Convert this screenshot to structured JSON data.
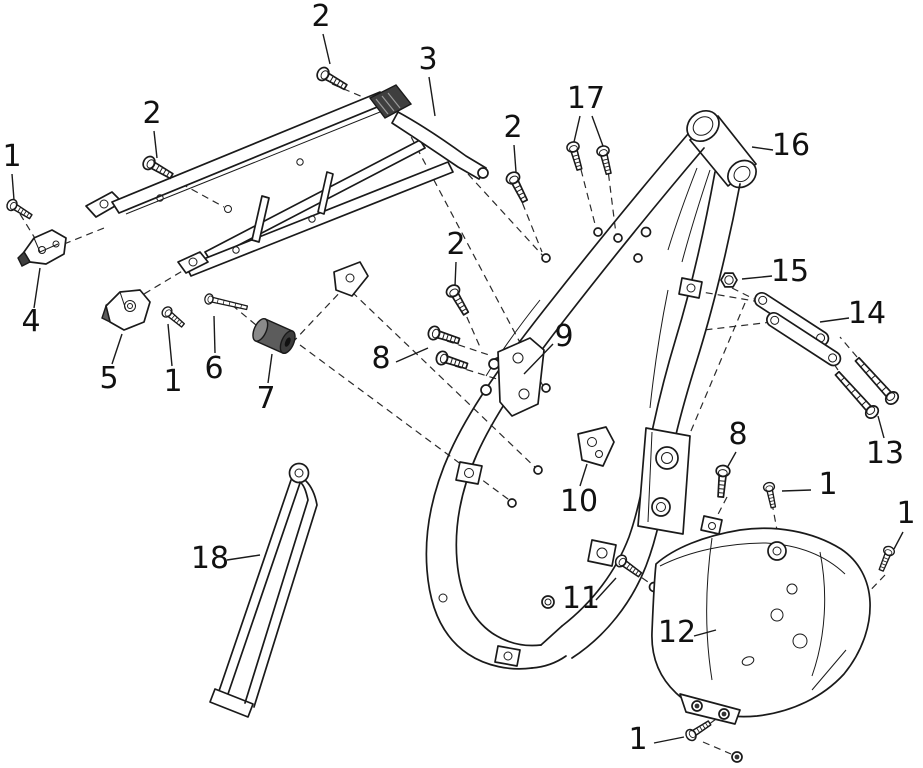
{
  "colors": {
    "line": "#1a1a1a",
    "background": "#ffffff",
    "shade": "#5c5c5c"
  },
  "diagram": {
    "type": "exploded-parts-diagram",
    "callouts": [
      {
        "name": "callout-2-top",
        "label": "2"
      },
      {
        "name": "callout-3",
        "label": "3"
      },
      {
        "name": "callout-17",
        "label": "17"
      },
      {
        "name": "callout-2-upper-right",
        "label": "2"
      },
      {
        "name": "callout-16",
        "label": "16"
      },
      {
        "name": "callout-2-left",
        "label": "2"
      },
      {
        "name": "callout-1-left",
        "label": "1"
      },
      {
        "name": "callout-15",
        "label": "15"
      },
      {
        "name": "callout-14",
        "label": "14"
      },
      {
        "name": "callout-4",
        "label": "4"
      },
      {
        "name": "callout-2-middle",
        "label": "2"
      },
      {
        "name": "callout-9",
        "label": "9"
      },
      {
        "name": "callout-8-left",
        "label": "8"
      },
      {
        "name": "callout-5",
        "label": "5"
      },
      {
        "name": "callout-1-mid-left",
        "label": "1"
      },
      {
        "name": "callout-6",
        "label": "6"
      },
      {
        "name": "callout-7",
        "label": "7"
      },
      {
        "name": "callout-13",
        "label": "13"
      },
      {
        "name": "callout-8-right",
        "label": "8"
      },
      {
        "name": "callout-1-right-mid",
        "label": "1"
      },
      {
        "name": "callout-1-far-right",
        "label": "1"
      },
      {
        "name": "callout-10",
        "label": "10"
      },
      {
        "name": "callout-18",
        "label": "18"
      },
      {
        "name": "callout-11",
        "label": "11"
      },
      {
        "name": "callout-12",
        "label": "12"
      },
      {
        "name": "callout-1-bottom",
        "label": "1"
      }
    ]
  }
}
